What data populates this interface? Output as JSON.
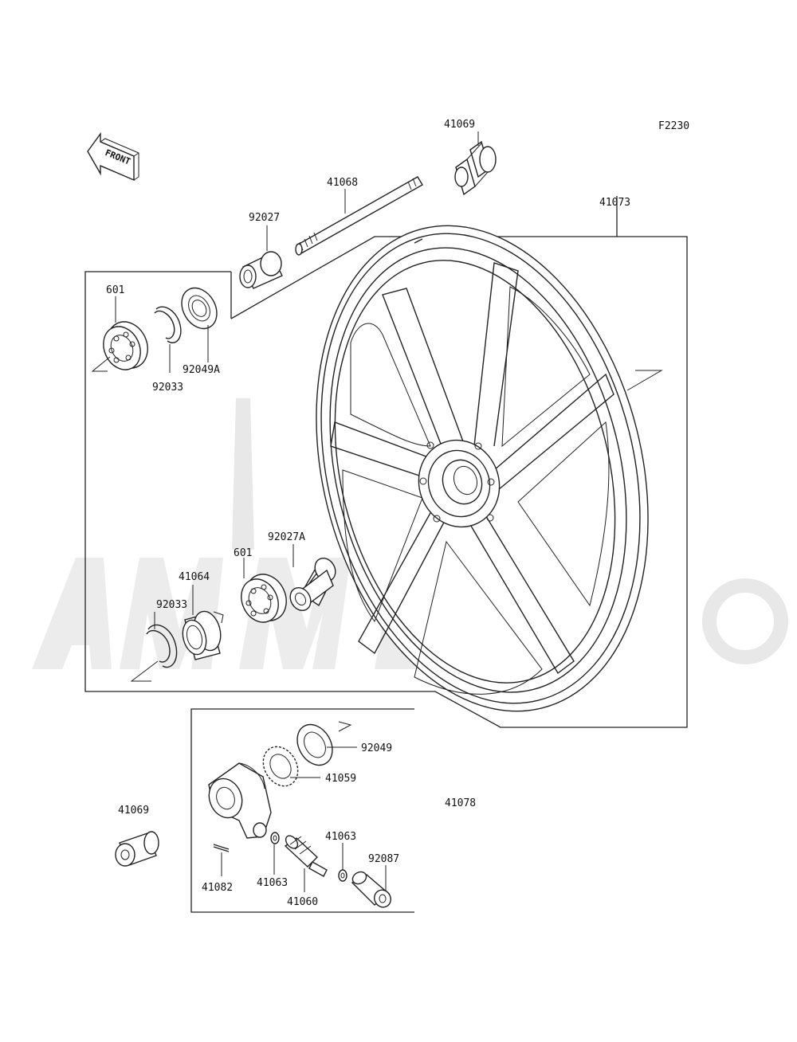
{
  "diagram_code": "F2230",
  "front_arrow_text": "FRONT",
  "parts": {
    "p41069_top": "41069",
    "p41068": "41068",
    "p41073": "41073",
    "p92027": "92027",
    "p601_top": "601",
    "p92049A": "92049A",
    "p92033_top": "92033",
    "p92027A": "92027A",
    "p601_mid": "601",
    "p41064": "41064",
    "p92033_mid": "92033",
    "p92049": "92049",
    "p41059": "41059",
    "p41078": "41078",
    "p41069_bottom": "41069",
    "p41063_right": "41063",
    "p92087": "92087",
    "p41082": "41082",
    "p41063_left": "41063",
    "p41060": "41060"
  }
}
